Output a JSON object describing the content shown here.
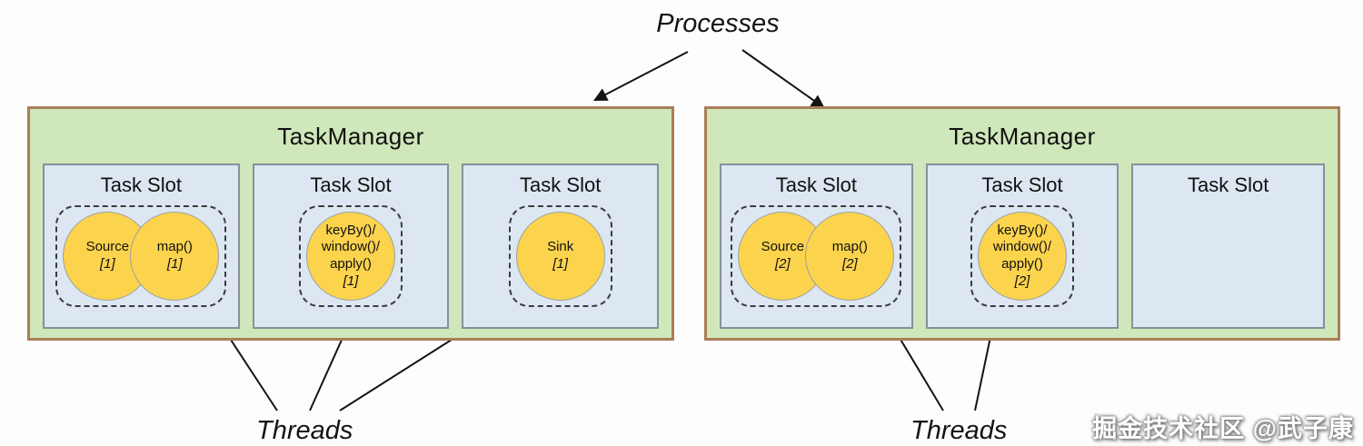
{
  "labels": {
    "processes": "Processes",
    "threads_left": "Threads",
    "threads_right": "Threads",
    "watermark": "掘金技术社区 @武子康"
  },
  "taskmanagers": [
    {
      "title": "TaskManager",
      "slots": [
        {
          "label": "Task Slot",
          "tasks": [
            {
              "name": "Source",
              "index": "[1]"
            },
            {
              "name": "map()",
              "index": "[1]"
            }
          ]
        },
        {
          "label": "Task Slot",
          "tasks": [
            {
              "name": "keyBy()/\nwindow()/\napply()",
              "index": "[1]"
            }
          ]
        },
        {
          "label": "Task Slot",
          "tasks": [
            {
              "name": "Sink",
              "index": "[1]"
            }
          ]
        }
      ]
    },
    {
      "title": "TaskManager",
      "slots": [
        {
          "label": "Task Slot",
          "tasks": [
            {
              "name": "Source",
              "index": "[2]"
            },
            {
              "name": "map()",
              "index": "[2]"
            }
          ]
        },
        {
          "label": "Task Slot",
          "tasks": [
            {
              "name": "keyBy()/\nwindow()/\napply()",
              "index": "[2]"
            }
          ]
        },
        {
          "label": "Task Slot",
          "tasks": []
        }
      ]
    }
  ],
  "colors": {
    "taskmanager_bg": "#cfe7ba",
    "taskmanager_border": "#a97e57",
    "slot_bg": "#dde7f1",
    "slot_border": "#87919b",
    "task_circle_bg": "#fbd34d",
    "arrow": "#141414"
  }
}
